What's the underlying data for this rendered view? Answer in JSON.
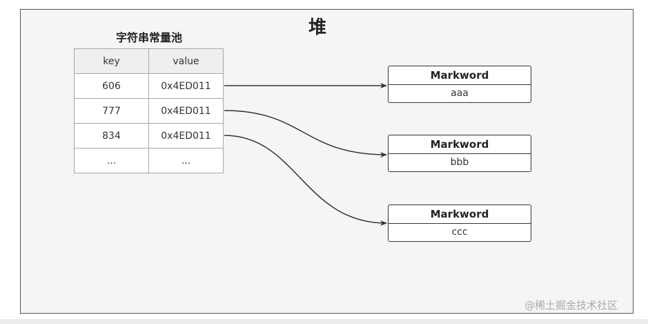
{
  "heap": {
    "title": "堆"
  },
  "string_pool": {
    "title": "字符串常量池",
    "columns": [
      "key",
      "value"
    ],
    "rows": [
      [
        "606",
        "0x4ED011"
      ],
      [
        "777",
        "0x4ED011"
      ],
      [
        "834",
        "0x4ED011"
      ],
      [
        "...",
        "..."
      ]
    ]
  },
  "objects": [
    {
      "header": "Markword",
      "value": "aaa"
    },
    {
      "header": "Markword",
      "value": "bbb"
    },
    {
      "header": "Markword",
      "value": "ccc"
    }
  ],
  "watermark": "@稀土掘金技术社区",
  "colors": {
    "heap_bg": "#f5f5f5",
    "table_header_bg": "#efefef",
    "border": "#333333",
    "arrow": "#333333"
  }
}
